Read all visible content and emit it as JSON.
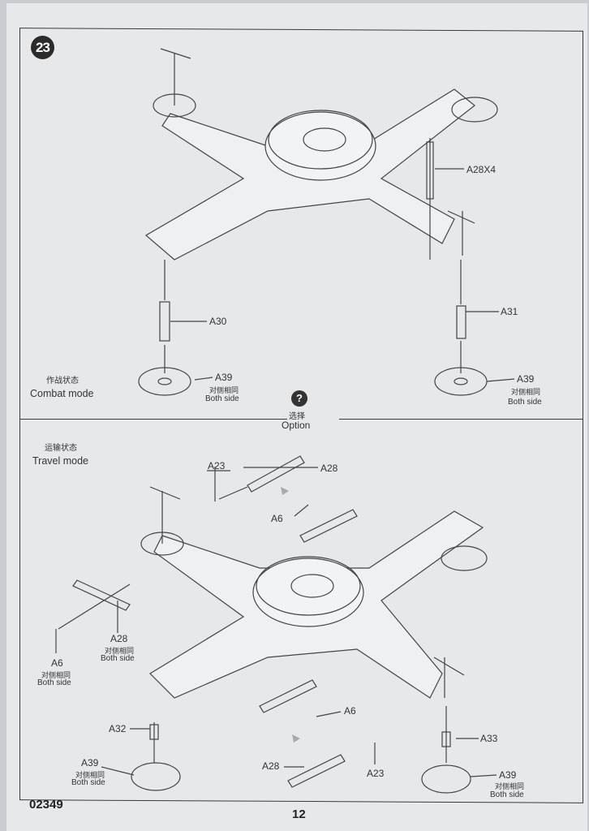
{
  "step": {
    "number": "23"
  },
  "combat": {
    "mode_cn": "作战状态",
    "mode_en": "Combat mode",
    "parts": [
      {
        "id": "A28X4"
      },
      {
        "id": "A30"
      },
      {
        "id": "A31"
      },
      {
        "id": "A39",
        "note_cn": "对侧相同",
        "note_en": "Both side"
      },
      {
        "id": "A39",
        "note_cn": "对侧相同",
        "note_en": "Both side"
      }
    ]
  },
  "option": {
    "icon": "question-mark-icon",
    "symbol": "?",
    "label_cn": "选择",
    "label_en": "Option"
  },
  "travel": {
    "mode_cn": "运输状态",
    "mode_en": "Travel mode",
    "parts": [
      {
        "id": "A23"
      },
      {
        "id": "A28"
      },
      {
        "id": "A6"
      },
      {
        "id": "A28",
        "note_cn": "对侧相同",
        "note_en": "Both side"
      },
      {
        "id": "A6",
        "note_cn": "对侧相同",
        "note_en": "Both side"
      },
      {
        "id": "A6"
      },
      {
        "id": "A32"
      },
      {
        "id": "A33"
      },
      {
        "id": "A28"
      },
      {
        "id": "A23"
      },
      {
        "id": "A39",
        "note_cn": "对侧相同",
        "note_en": "Both side"
      },
      {
        "id": "A39",
        "note_cn": "对侧相同",
        "note_en": "Both side"
      }
    ]
  },
  "footer": {
    "product_code": "02349",
    "page_number": "12"
  }
}
